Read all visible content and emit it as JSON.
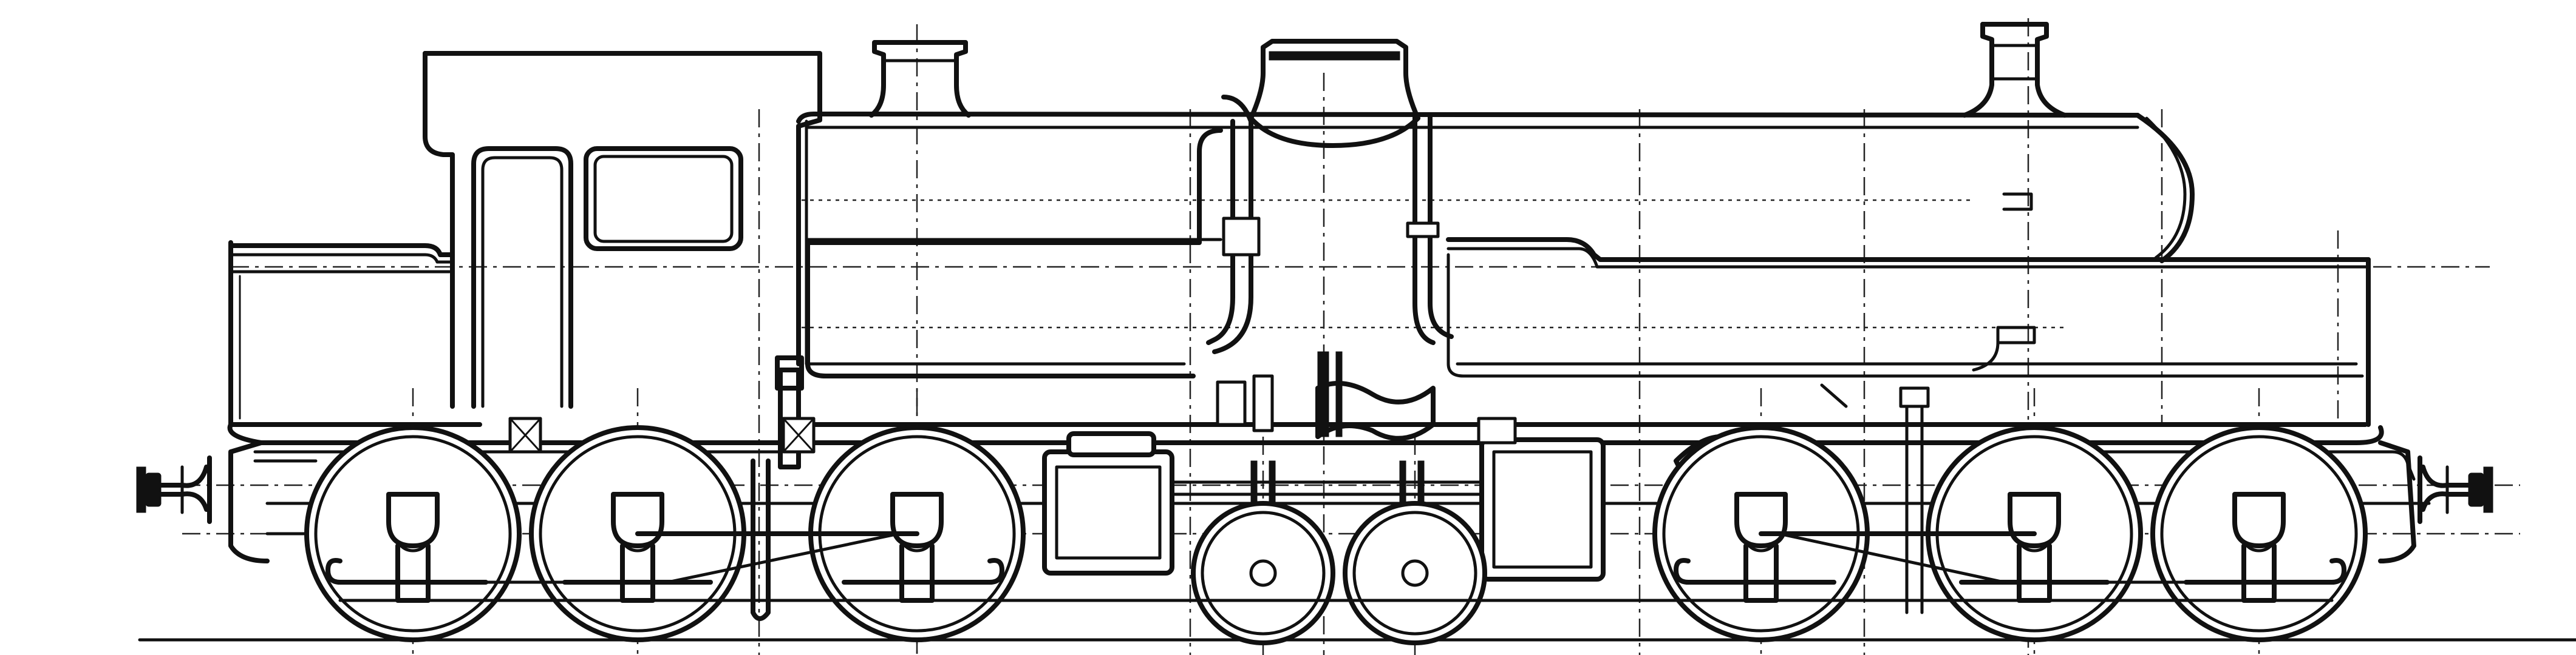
{
  "drawing": {
    "subject": "locomotive-side-elevation",
    "line_color": "#111111",
    "paper_color": "#ffffff",
    "driving_wheel_count": 6,
    "carrying_wheel_count": 2
  }
}
